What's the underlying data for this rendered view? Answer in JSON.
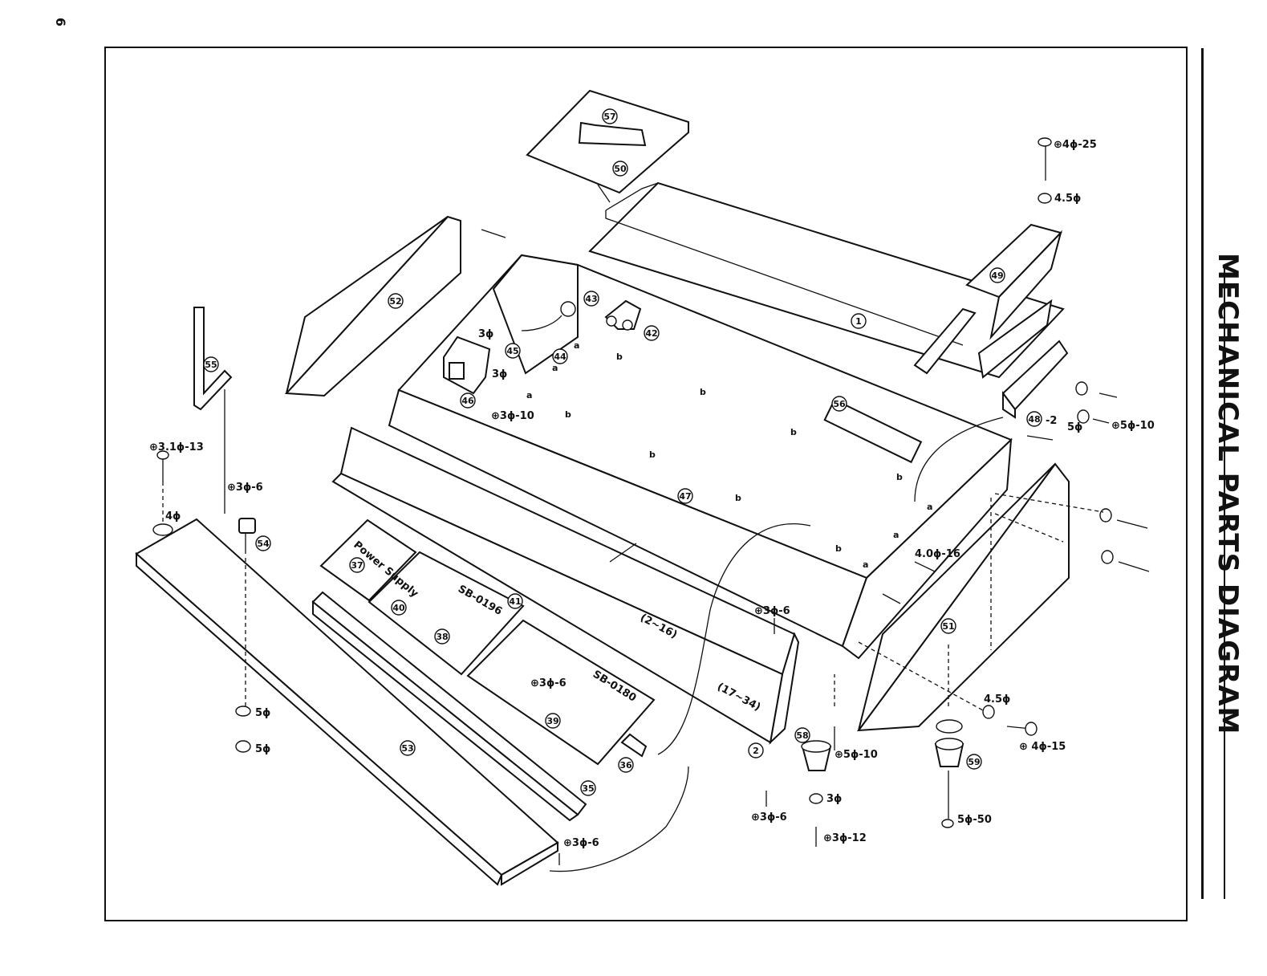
{
  "page_number": "6",
  "title": "MECHANICAL PARTS DIAGRAM",
  "parts": {
    "p1": "1",
    "p2": "2",
    "p35": "35",
    "p36": "36",
    "p37": "37",
    "p38": "38",
    "p39": "39",
    "p40": "40",
    "p41": "41",
    "p42": "42",
    "p43": "43",
    "p44": "44",
    "p45": "45",
    "p46": "46",
    "p47": "47",
    "p48": "48",
    "p49": "49",
    "p50": "50",
    "p51": "51",
    "p52": "52",
    "p53": "53",
    "p54": "54",
    "p55": "55",
    "p56": "56",
    "p57": "57",
    "p58": "58",
    "p59": "59"
  },
  "board_labels": {
    "power_supply": "Power Supply",
    "sb0196": "SB-0196",
    "sb0180": "SB-0180",
    "range_2_16": "(2~16)",
    "range_17_34": "(17~34)",
    "p48_suffix": "-2"
  },
  "screws": {
    "s4_25": "⊕4ϕ-25",
    "w45_top": "4.5ϕ",
    "w5_right": "5ϕ",
    "s5_10_right": "⊕5ϕ-10",
    "s31_13": "⊕3.1ϕ-13",
    "w4": "4ϕ",
    "s3_6_left": "⊕3ϕ-6",
    "w5_left": "5ϕ",
    "n5_left": "5ϕ",
    "s3_10": "⊕3ϕ-10",
    "w3_a": "3ϕ",
    "w3_b": "3ϕ",
    "s40_16": "4.0ϕ-16",
    "s3_6_center": "⊕3ϕ-6",
    "s3_6_board": "⊕3ϕ-6",
    "s3_6_bottom": "⊕3ϕ-6",
    "s3_6_foot": "⊕3ϕ-6",
    "s5_10_foot": "⊕5ϕ-10",
    "w3_foot": "3ϕ",
    "s3_12": "⊕3ϕ-12",
    "w45_foot": "4.5ϕ",
    "s4_15": "⊕ 4ϕ-15",
    "s5_50": "5ϕ-50"
  },
  "hole_marks": {
    "a": "a",
    "b": "b"
  }
}
